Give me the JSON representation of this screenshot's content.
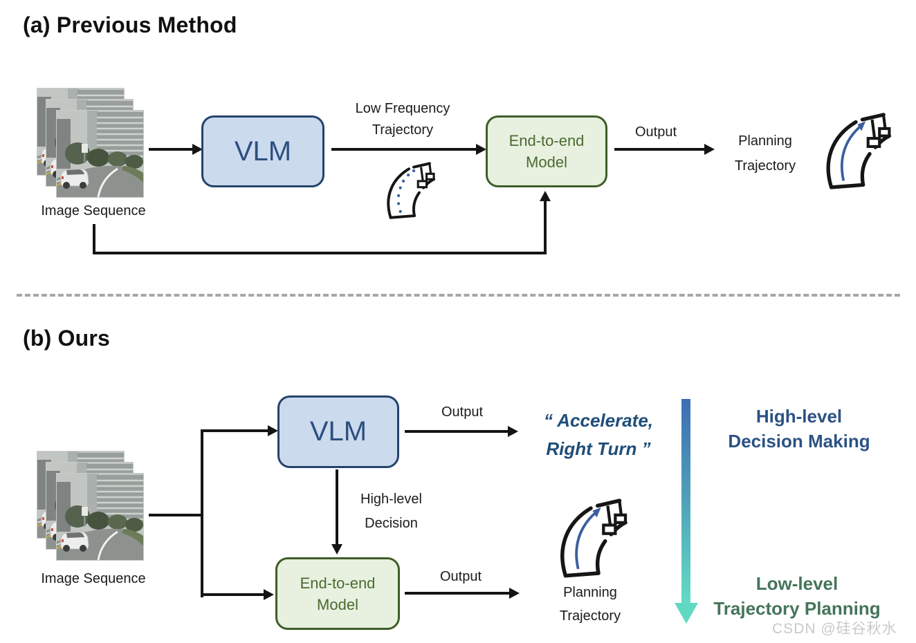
{
  "watermark": "CSDN @硅谷秋水",
  "colors": {
    "vlm_fill": "#ccdaed",
    "vlm_border": "#24436b",
    "vlm_text": "#2d4f80",
    "e2e_fill": "#e8f0e0",
    "e2e_border": "#3f5d28",
    "e2e_text": "#4a6b2f",
    "arrow_black": "#141414",
    "dashed_separator": "#a6a6a6",
    "quote_text": "#1f4e79",
    "high_level_text": "#2b5283",
    "low_level_text": "#45745a",
    "gradient_arrow_top": "#3e6db5",
    "gradient_arrow_bottom": "#63dcc5",
    "trajectory_blue": "#3c5f9e",
    "watermark_gray": "#c9c9c9"
  },
  "icons": {
    "image_stack": "stacked driving-camera photos",
    "road_dotted_trajectory": "curved road with dotted low-frequency waypoints",
    "road_arrow_trajectory": "curved road with continuous blue planning arrow",
    "gradient_level_arrow": "vertical blue-to-teal arrow from high-level to low-level"
  },
  "section_a": {
    "title": "(a) Previous Method",
    "image_sequence_label": "Image Sequence",
    "vlm_box": "VLM",
    "vlm_to_e2e_label": [
      "Low Frequency",
      "Trajectory"
    ],
    "e2e_box": [
      "End-to-end",
      "Model"
    ],
    "output_label": "Output",
    "planning_label": [
      "Planning",
      "Trajectory"
    ]
  },
  "section_b": {
    "title": "(b) Ours",
    "image_sequence_label": "Image Sequence",
    "vlm_box": "VLM",
    "vlm_output_label": "Output",
    "vlm_output_text": [
      "“ Accelerate,",
      "Right Turn ”"
    ],
    "vlm_to_e2e_label": [
      "High-level",
      "Decision"
    ],
    "e2e_box": [
      "End-to-end",
      "Model"
    ],
    "e2e_output_label": "Output",
    "planning_label": [
      "Planning",
      "Trajectory"
    ],
    "high_level_caption": [
      "High-level",
      "Decision Making"
    ],
    "low_level_caption": [
      "Low-level",
      "Trajectory Planning"
    ]
  }
}
